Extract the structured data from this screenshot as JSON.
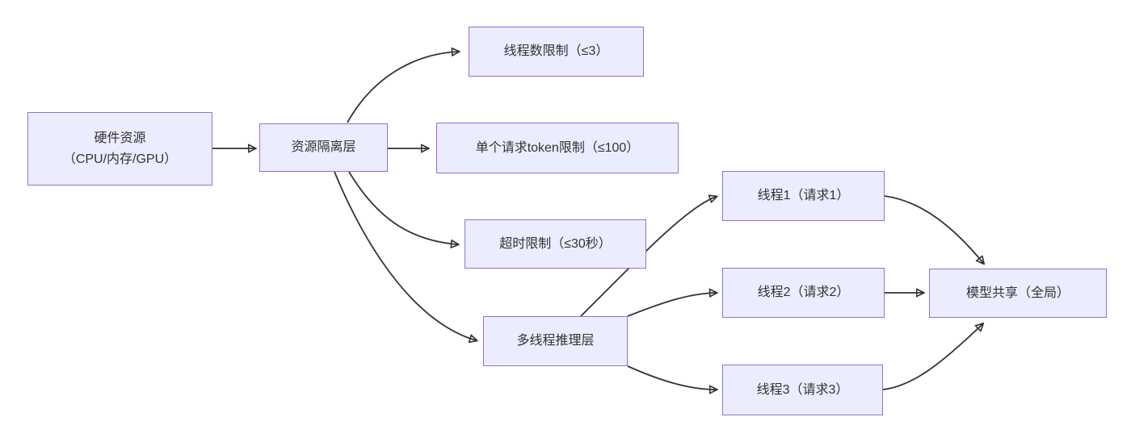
{
  "diagram": {
    "type": "flowchart",
    "background": "#ffffff",
    "node_fill": "#ECECFF",
    "node_border": "#9370DB",
    "edge_color": "#333333",
    "text_color": "#333333",
    "nodes": {
      "hardware": {
        "label": "硬件资源\n（CPU/内存/GPU）"
      },
      "isolation": {
        "label": "资源隔离层"
      },
      "thread_limit": {
        "label": "线程数限制（≤3）"
      },
      "token_limit": {
        "label": "单个请求token限制（≤100）"
      },
      "timeout": {
        "label": "超时限制（≤30秒）"
      },
      "multithread": {
        "label": "多线程推理层"
      },
      "thread1": {
        "label": "线程1（请求1）"
      },
      "thread2": {
        "label": "线程2（请求2）"
      },
      "thread3": {
        "label": "线程3（请求3）"
      },
      "model_share": {
        "label": "模型共享（全局）"
      }
    },
    "edges": [
      {
        "from": "硬件资源（CPU/内存/GPU）",
        "to": "资源隔离层"
      },
      {
        "from": "资源隔离层",
        "to": "线程数限制（≤3）"
      },
      {
        "from": "资源隔离层",
        "to": "单个请求token限制（≤100）"
      },
      {
        "from": "资源隔离层",
        "to": "超时限制（≤30秒）"
      },
      {
        "from": "资源隔离层",
        "to": "多线程推理层"
      },
      {
        "from": "多线程推理层",
        "to": "线程1（请求1）"
      },
      {
        "from": "多线程推理层",
        "to": "线程2（请求2）"
      },
      {
        "from": "多线程推理层",
        "to": "线程3（请求3）"
      },
      {
        "from": "线程1（请求1）",
        "to": "模型共享（全局）"
      },
      {
        "from": "线程2（请求2）",
        "to": "模型共享（全局）"
      },
      {
        "from": "线程3（请求3）",
        "to": "模型共享（全局）"
      }
    ]
  }
}
